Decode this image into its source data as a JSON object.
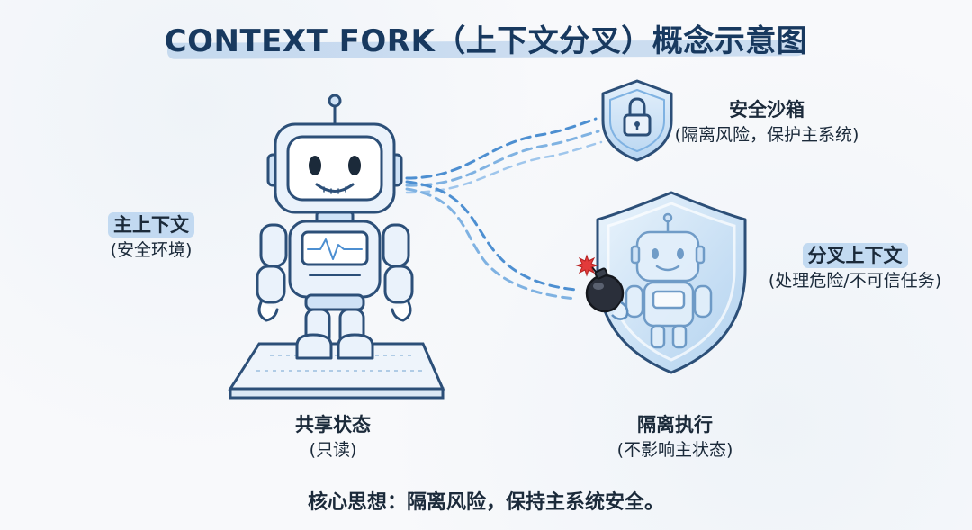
{
  "title": "CONTEXT FORK（上下文分叉）概念示意图",
  "main_context": {
    "label": "主上下文",
    "sublabel": "(安全环境)"
  },
  "sandbox": {
    "label": "安全沙箱",
    "sublabel": "(隔离风险，保护主系统)"
  },
  "fork_context": {
    "label": "分叉上下文",
    "sublabel": "(处理危险/不可信任务)"
  },
  "shared_state": {
    "label": "共享状态",
    "sublabel": "(只读)"
  },
  "isolated_exec": {
    "label": "隔离执行",
    "sublabel": "(不影响主状态)"
  },
  "footer": "核心思想：隔离风险，保持主系统安全。",
  "colors": {
    "outline": "#2c4f78",
    "accent": "#4d8fd1",
    "light_blue": "#cfe2f6",
    "highlight": "#87b9e6"
  }
}
